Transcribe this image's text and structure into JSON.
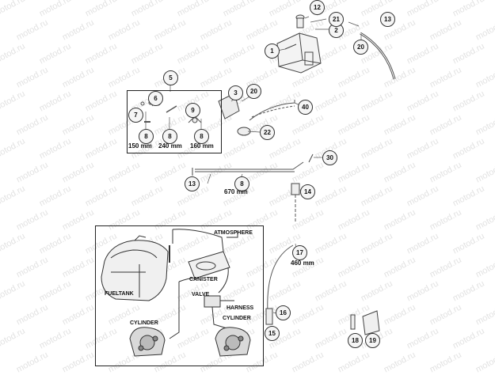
{
  "watermark": "motod.ru",
  "callouts": [
    "1",
    "2",
    "3",
    "5",
    "6",
    "7",
    "8",
    "8",
    "8",
    "9",
    "8",
    "12",
    "13",
    "13",
    "14",
    "15",
    "16",
    "17",
    "18",
    "19",
    "20",
    "20",
    "21",
    "22",
    "30",
    "40"
  ],
  "measurements": {
    "hose_150": "150 mm",
    "hose_240": "240 mm",
    "hose_160": "160 mm",
    "hose_670": "670 mm",
    "hose_460": "460 mm"
  },
  "schematic": {
    "atmosphere": "ATMOSPHERE",
    "fueltank": "FUELTANK",
    "canister": "CANISTER",
    "valve": "VALVE",
    "harness": "HARNESS",
    "cylinder_left": "CYLINDER",
    "cylinder_right": "CYLINDER"
  }
}
